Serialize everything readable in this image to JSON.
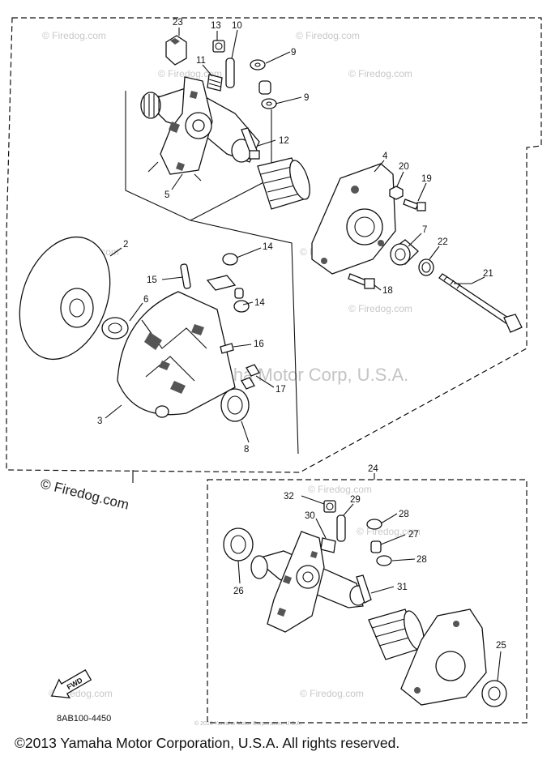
{
  "diagram": {
    "callouts": {
      "c23": "23",
      "c13": "13",
      "c10": "10",
      "c11": "11",
      "c9a": "9",
      "c9b": "9",
      "c12": "12",
      "c5": "5",
      "c4": "4",
      "c20": "20",
      "c19": "19",
      "c7": "7",
      "c22": "22",
      "c21": "21",
      "c2": "2",
      "c14a": "14",
      "c14b": "14",
      "c15": "15",
      "c6": "6",
      "c16": "16",
      "c17": "17",
      "c18": "18",
      "c3": "3",
      "c8": "8",
      "c24": "24",
      "c32": "32",
      "c29": "29",
      "c30": "30",
      "c28a": "28",
      "c28b": "28",
      "c27": "27",
      "c26": "26",
      "c31": "31",
      "c25": "25"
    },
    "fwd_label": "FWD",
    "diagram_code": "8AB100-4450",
    "firedog_mark": "© Firedog.com",
    "watermarks": {
      "firedog": "© Firedog.com",
      "center": "Yamaha Motor Corp, U.S.A.",
      "bottom_small": "© 2013 Yamaha Motor Corporation, U.S.A."
    }
  },
  "footer": {
    "copyright": "©2013 Yamaha Motor Corporation, U.S.A. All rights reserved."
  }
}
